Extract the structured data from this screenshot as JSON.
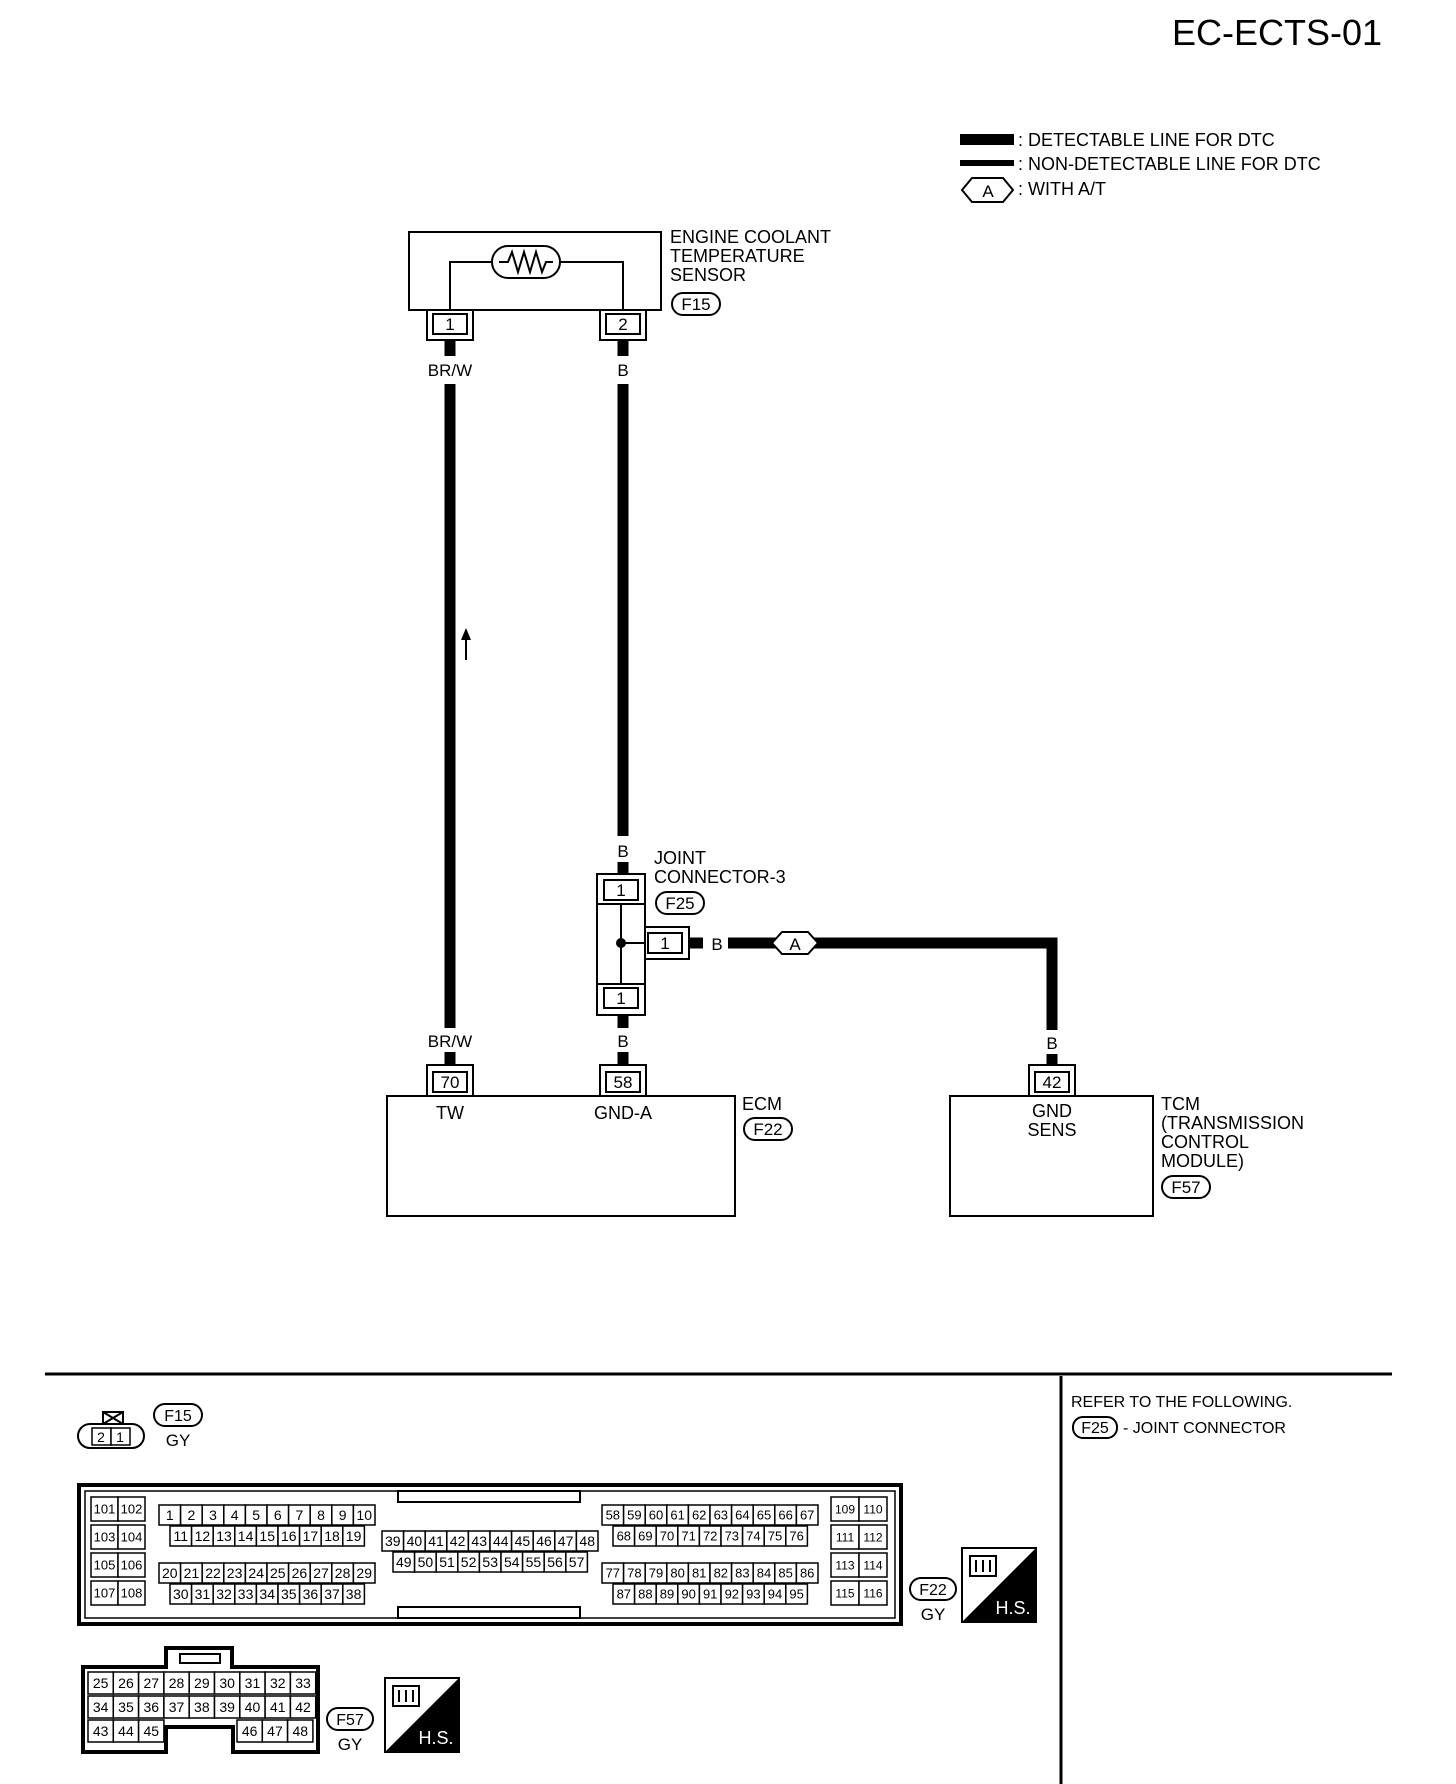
{
  "page_code": "EC-ECTS-01",
  "legend": {
    "detectable": ": DETECTABLE LINE FOR DTC",
    "non_detectable": ": NON-DETECTABLE LINE FOR DTC",
    "option_symbol": "A",
    "option_text": ": WITH A/T"
  },
  "sensor": {
    "name_lines": [
      "ENGINE COOLANT",
      "TEMPERATURE",
      "SENSOR"
    ],
    "connector": "F15",
    "pins": [
      "1",
      "2"
    ]
  },
  "wires": {
    "brw": "BR/W",
    "b": "B"
  },
  "joint": {
    "name_lines": [
      "JOINT",
      "CONNECTOR-3"
    ],
    "connector": "F25",
    "pin": "1",
    "option_symbol": "A"
  },
  "ecm": {
    "name": "ECM",
    "connector": "F22",
    "pins": [
      {
        "num": "70",
        "label": "TW"
      },
      {
        "num": "58",
        "label": "GND-A"
      }
    ]
  },
  "tcm": {
    "name_lines": [
      "TCM",
      "(TRANSMISSION",
      "CONTROL",
      "MODULE)"
    ],
    "connector": "F57",
    "pin": "42",
    "pin_label_lines": [
      "GND",
      "SENS"
    ]
  },
  "connector_views": {
    "f15": {
      "id": "F15",
      "color": "GY",
      "pins": [
        "2",
        "1"
      ]
    },
    "f22": {
      "id": "F22",
      "color": "GY",
      "left_block": [
        [
          "101",
          "102"
        ],
        [
          "103",
          "104"
        ],
        [
          "105",
          "106"
        ],
        [
          "107",
          "108"
        ]
      ],
      "row1": [
        "1",
        "2",
        "3",
        "4",
        "5",
        "6",
        "7",
        "8",
        "9",
        "10"
      ],
      "row2": [
        "11",
        "12",
        "13",
        "14",
        "15",
        "16",
        "17",
        "18",
        "19"
      ],
      "row3": [
        "20",
        "21",
        "22",
        "23",
        "24",
        "25",
        "26",
        "27",
        "28",
        "29"
      ],
      "row4": [
        "30",
        "31",
        "32",
        "33",
        "34",
        "35",
        "36",
        "37",
        "38"
      ],
      "mid1": [
        "39",
        "40",
        "41",
        "42",
        "43",
        "44",
        "45",
        "46",
        "47",
        "48"
      ],
      "mid2": [
        "49",
        "50",
        "51",
        "52",
        "53",
        "54",
        "55",
        "56",
        "57"
      ],
      "rrow1": [
        "58",
        "59",
        "60",
        "61",
        "62",
        "63",
        "64",
        "65",
        "66",
        "67"
      ],
      "rrow2": [
        "68",
        "69",
        "70",
        "71",
        "72",
        "73",
        "74",
        "75",
        "76"
      ],
      "rrow3": [
        "77",
        "78",
        "79",
        "80",
        "81",
        "82",
        "83",
        "84",
        "85",
        "86"
      ],
      "rrow4": [
        "87",
        "88",
        "89",
        "90",
        "91",
        "92",
        "93",
        "94",
        "95"
      ],
      "right_block": [
        [
          "109",
          "110"
        ],
        [
          "111",
          "112"
        ],
        [
          "113",
          "114"
        ],
        [
          "115",
          "116"
        ]
      ],
      "badge": "H.S."
    },
    "f57": {
      "id": "F57",
      "color": "GY",
      "row1": [
        "25",
        "26",
        "27",
        "28",
        "29",
        "30",
        "31",
        "32",
        "33"
      ],
      "row2": [
        "34",
        "35",
        "36",
        "37",
        "38",
        "39",
        "40",
        "41",
        "42"
      ],
      "row3_left": [
        "43",
        "44",
        "45"
      ],
      "row3_right": [
        "46",
        "47",
        "48"
      ],
      "badge": "H.S."
    }
  },
  "refer": {
    "title": "REFER TO THE FOLLOWING.",
    "connector": "F25",
    "text": "- JOINT CONNECTOR"
  }
}
